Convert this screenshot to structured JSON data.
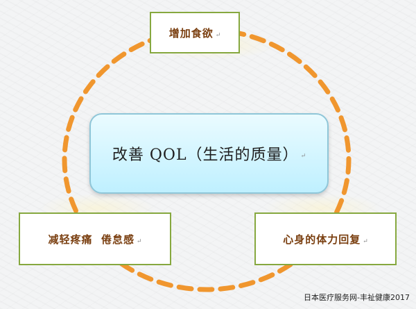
{
  "center_label": "改善 QOL（生活的质量）",
  "top_label": "增加食欲",
  "left_label": "减轻疼痛  倦怠感",
  "right_label": "心身的体力回复",
  "return_mark": "↵",
  "credit": "日本医疗服务网-丰祉健康2017",
  "colors": {
    "ring": "#f0962e",
    "box_border": "#86a83f",
    "box_text": "#7a3f10",
    "center_fill_top": "#eafbff",
    "center_fill_bottom": "#bff0ff",
    "center_border": "#8fc6d8"
  }
}
